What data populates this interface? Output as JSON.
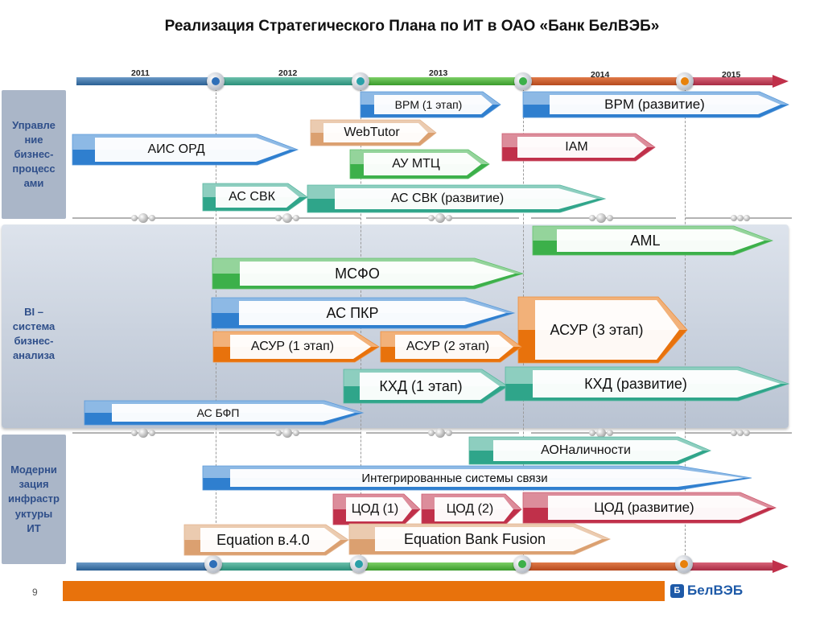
{
  "title": "Реализация Стратегического Плана по ИТ в ОАО «Банк БелВЭБ»",
  "years": [
    "2011",
    "2012",
    "2013",
    "2014",
    "2015"
  ],
  "categories": {
    "bpm": "Управление бизнес-процессами",
    "bi": "BI – система бизнес-анализа",
    "infra": "Модернизация инфраструктуры ИТ"
  },
  "category_lines": {
    "bpm": [
      "Управле",
      "ние",
      "бизнес-",
      "процесс",
      "ами"
    ],
    "bi": [
      "BI –",
      "система",
      "бизнес-",
      "анализа"
    ],
    "infra": [
      "Модерни",
      "зация",
      "инфрастр",
      "уктуры",
      "ИТ"
    ]
  },
  "colors": {
    "blue": "#2f7fcf",
    "teal": "#2fa58a",
    "green": "#3cb04a",
    "red": "#c0392b",
    "crimson": "#c0304a",
    "orange": "#e8720c",
    "peach": "#dba070",
    "category_text": "#2f4f8a"
  },
  "tasks": {
    "bpm1": "BPM (1 этап)",
    "bpm2": "BPM (развитие)",
    "webtutor": "WebTutor",
    "aisord": "АИС ОРД",
    "iam": "IAM",
    "aumtc": "АУ МТЦ",
    "assvk": "АС СВК",
    "assvk2": "АС СВК (развитие)",
    "aml": "AML",
    "msfo": "МСФО",
    "aspkr": "АС ПКР",
    "asur1": "АСУР (1 этап)",
    "asur2": "АСУР (2 этап)",
    "asur3": "АСУР (3 этап)",
    "khd1": "КХД (1 этап)",
    "khd2": "КХД (развитие)",
    "asbfp": "АС БФП",
    "aonal": "АОНаличности",
    "iss": "Интегрированные системы связи",
    "tsod1": "ЦОД (1)",
    "tsod2": "ЦОД (2)",
    "tsod3": "ЦОД (развитие)",
    "eq4": "Equation в.4.0",
    "eqbf": "Equation Bank Fusion"
  },
  "page_number": "9",
  "logo": {
    "mark": "Б",
    "text": "БелВЭБ"
  }
}
